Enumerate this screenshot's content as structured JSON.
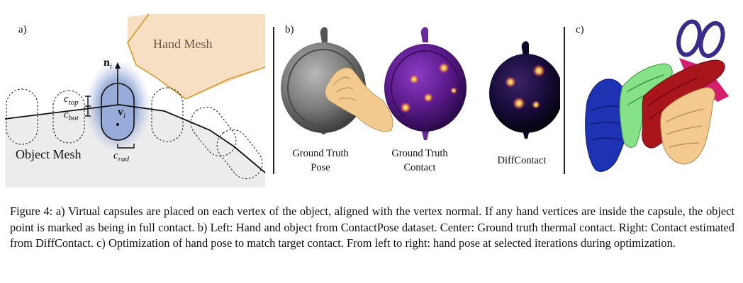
{
  "figure": {
    "panel_a": {
      "label": "a)",
      "hand_mesh_label": "Hand Mesh",
      "object_mesh_label": "Object Mesh",
      "normal_label": "n",
      "normal_sub": "i",
      "vertex_label": "v",
      "vertex_sub": "i",
      "ctop_label": "c",
      "ctop_sub": "top",
      "cbot_label": "c",
      "cbot_sub": "bot",
      "crad_label": "c",
      "crad_sub": "rad"
    },
    "panel_b": {
      "label": "b)",
      "items": [
        {
          "line1": "Ground Truth",
          "line2": "Pose"
        },
        {
          "line1": "Ground Truth",
          "line2": "Contact"
        },
        {
          "line1": "DiffContact",
          "line2": ""
        }
      ]
    },
    "panel_c": {
      "label": "c)"
    },
    "colors": {
      "hand_fill": "#f6dcc0",
      "hand_stroke": "#d39a2a",
      "object_fill": "#eeeeee",
      "capsule_fill": "#8fa8d6",
      "glow": "#5f7ec0",
      "skin": "#f2c98e",
      "heat_purple": "#5a1a8a",
      "heat_dark": "#180c3a",
      "iter_blue": "#1a2fa8",
      "iter_green": "#7de07a",
      "iter_red": "#a3161b"
    }
  },
  "caption": {
    "text": "Figure 4: a) Virtual capsules are placed on each vertex of the object, aligned with the vertex normal. If any hand vertices are inside the capsule, the object point is marked as being in full contact. b) Left: Hand and object from ContactPose dataset. Center: Ground truth thermal contact. Right: Contact estimated from DiffContact. c) Optimization of hand pose to match target contact. From left to right: hand pose at selected iterations during optimization."
  }
}
